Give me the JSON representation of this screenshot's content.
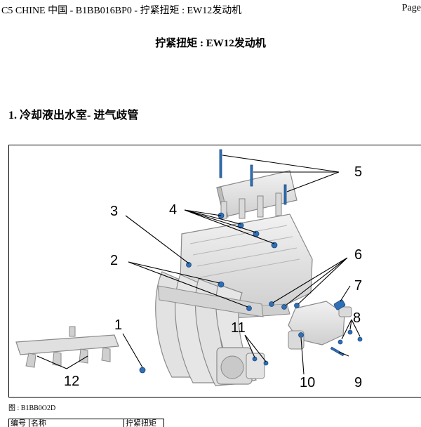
{
  "header": {
    "left": "C5 CHINE 中国  - B1BB016BP0 - 拧紧扭矩 : EW12发动机",
    "right": "Page"
  },
  "doc_title": "拧紧扭矩 : EW12发动机",
  "section_title": "1. 冷却液出水室- 进气歧管",
  "figure": {
    "callouts": [
      "1",
      "2",
      "3",
      "4",
      "5",
      "6",
      "7",
      "8",
      "9",
      "10",
      "11",
      "12"
    ]
  },
  "caption": "图 : B1BB0O2D",
  "table": {
    "col1": "编号",
    "col2": "名称",
    "col3": "拧紧扭矩"
  },
  "colors": {
    "part_fill": "#e6e6e6",
    "part_stroke": "#8a8a8a",
    "bolt": "#2f6fb5"
  }
}
